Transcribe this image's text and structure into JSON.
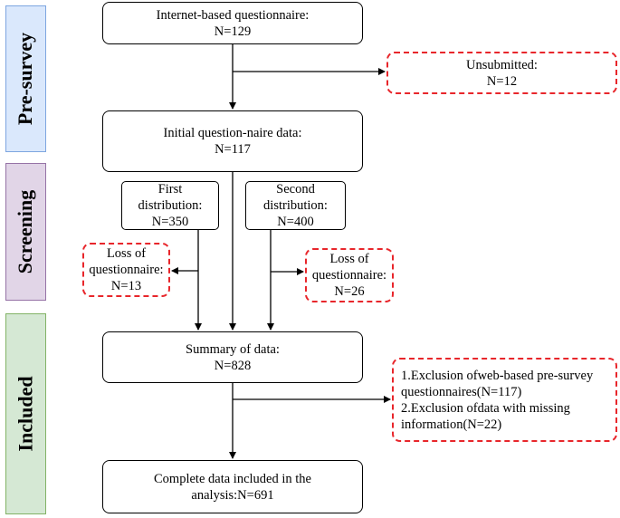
{
  "stages": {
    "pre_survey": "Pre-survey",
    "screening": "Screening",
    "included": "Included"
  },
  "boxes": {
    "internet": {
      "line1": "Internet-based questionnaire:",
      "line2": "N=129"
    },
    "unsubmitted": {
      "line1": "Unsubmitted:",
      "line2": "N=12"
    },
    "initial": {
      "line1": "Initial question-naire data:",
      "line2": "N=117"
    },
    "first": {
      "line1": "First",
      "line2": "distribution:",
      "line3": "N=350"
    },
    "second": {
      "line1": "Second",
      "line2": "distribution:",
      "line3": "N=400"
    },
    "loss1": {
      "line1": "Loss of",
      "line2": "questionnaire:",
      "line3": "N=13"
    },
    "loss2": {
      "line1": "Loss of",
      "line2": "questionnaire:",
      "line3": "N=26"
    },
    "summary": {
      "line1": "Summary of data:",
      "line2": "N=828"
    },
    "exclusion": {
      "line1": "1.Exclusion ofweb-based pre-survey",
      "line2": "questionnaires(N=117)",
      "line3": "2.Exclusion ofdata with missing",
      "line4": "information(N=22)"
    },
    "complete": {
      "line1": "Complete data included in the",
      "line2": "analysis:N=691"
    }
  }
}
